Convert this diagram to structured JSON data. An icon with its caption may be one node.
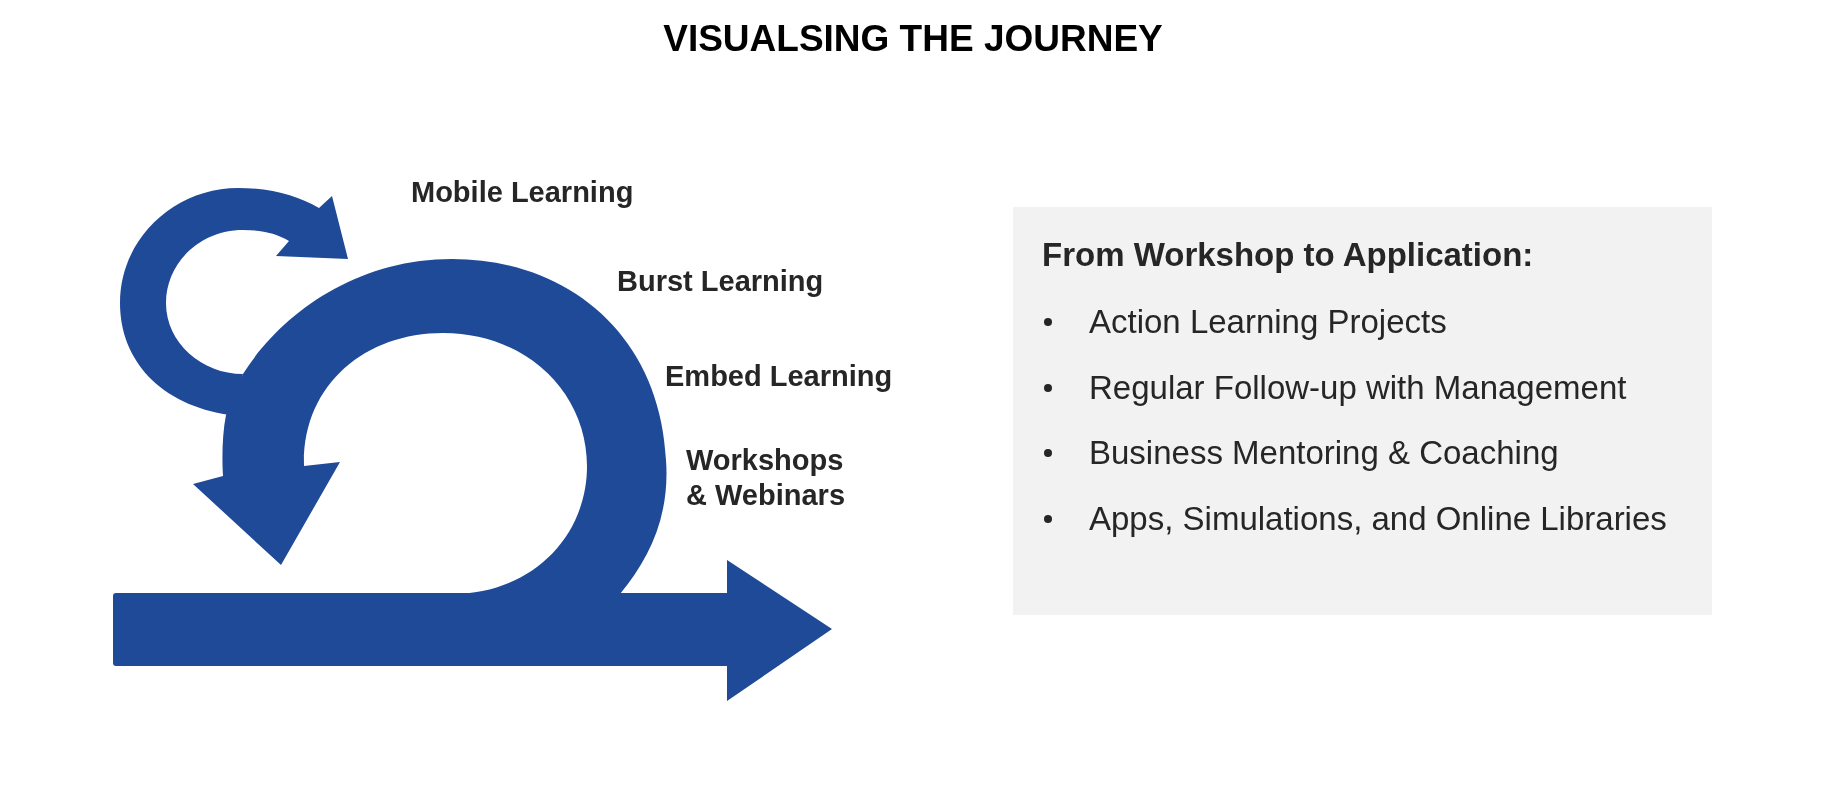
{
  "diagram": {
    "title": "VISUALSING THE JOURNEY",
    "nodes": [
      {
        "text": [
          "From Workshop to Application:",
          "Action Learning Projects",
          "Regular Follow-up with Management",
          "Business Mentoring & Coaching",
          "Apps, Simulations, and Online Libraries"
        ]
      }
    ],
    "labels": [
      "Mobile Learning",
      "Burst Learning",
      "Embed Learning",
      "Workshops & Webinars"
    ]
  }
}
